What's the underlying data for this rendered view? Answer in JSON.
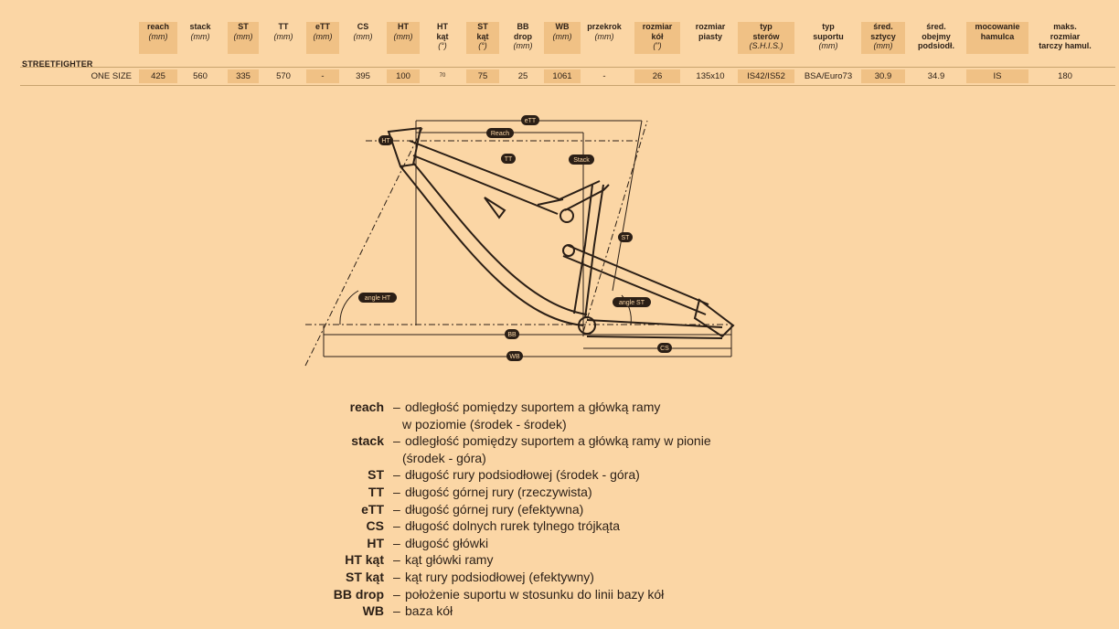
{
  "table": {
    "columns": [
      {
        "name": "reach",
        "unit": "(mm)"
      },
      {
        "name": "stack",
        "unit": "(mm)"
      },
      {
        "name": "ST",
        "unit": "(mm)"
      },
      {
        "name": "TT",
        "unit": "(mm)"
      },
      {
        "name": "eTT",
        "unit": "(mm)"
      },
      {
        "name": "CS",
        "unit": "(mm)"
      },
      {
        "name": "HT",
        "unit": "(mm)"
      },
      {
        "name": "HT\nkąt",
        "unit": "(°)"
      },
      {
        "name": "ST\nkąt",
        "unit": "(°)"
      },
      {
        "name": "BB\ndrop",
        "unit": "(mm)"
      },
      {
        "name": "WB",
        "unit": "(mm)"
      },
      {
        "name": "przekrok",
        "unit": "(mm)"
      },
      {
        "name": "rozmiar\nkół",
        "unit": "(\")"
      },
      {
        "name": "rozmiar\npiasty",
        "unit": ""
      },
      {
        "name": "typ\nsterów",
        "unit": "(S.H.I.S.)"
      },
      {
        "name": "typ\nsuportu",
        "unit": "(mm)"
      },
      {
        "name": "śred.\nsztycy",
        "unit": "(mm)"
      },
      {
        "name": "śred.\nobejmy\npodsiodł.",
        "unit": ""
      },
      {
        "name": "mocowanie\nhamulca",
        "unit": ""
      },
      {
        "name": "maks.\nrozmiar\ntarczy hamul.",
        "unit": ""
      }
    ],
    "model": "STREETFIGHTER",
    "size": "ONE SIZE",
    "values": [
      "425",
      "560",
      "335",
      "570",
      "-",
      "395",
      "100",
      "70",
      "75",
      "25",
      "1061",
      "-",
      "26",
      "135x10",
      "IS42/IS52",
      "BSA/Euro73",
      "30.9",
      "34.9",
      "IS",
      "180"
    ]
  },
  "diagram": {
    "labels": {
      "ett": "eTT",
      "reach": "Reach",
      "tt": "TT",
      "stack": "Stack",
      "ht": "HT",
      "st": "ST",
      "angle_ht": "angle HT",
      "angle_st": "angle ST",
      "bb": "BB",
      "wb": "WB",
      "cs": "CS"
    }
  },
  "legend": [
    {
      "term": "reach",
      "desc": "odległość pomiędzy suportem a główką ramy",
      "desc2": "w poziomie (środek - środek)"
    },
    {
      "term": "stack",
      "desc": "odległość pomiędzy suportem a główką ramy w pionie",
      "desc2": "(środek - góra)"
    },
    {
      "term": "ST",
      "desc": "długość rury podsiodłowej (środek - góra)",
      "desc2": ""
    },
    {
      "term": "TT",
      "desc": "długość górnej rury (rzeczywista)",
      "desc2": ""
    },
    {
      "term": "eTT",
      "desc": "długość górnej rury (efektywna)",
      "desc2": ""
    },
    {
      "term": "CS",
      "desc": "długość dolnych rurek tylnego trójkąta",
      "desc2": ""
    },
    {
      "term": "HT",
      "desc": "długość główki",
      "desc2": ""
    },
    {
      "term": "HT kąt",
      "desc": "kąt główki ramy",
      "desc2": ""
    },
    {
      "term": "ST kąt",
      "desc": "kąt rury podsiodłowej (efektywny)",
      "desc2": ""
    },
    {
      "term": "BB drop",
      "desc": "położenie suportu w stosunku do linii bazy kół",
      "desc2": ""
    },
    {
      "term": "WB",
      "desc": "baza kół",
      "desc2": ""
    }
  ],
  "colors": {
    "background": "#fbd6a5",
    "shade": "#f0c185",
    "ink": "#2b1f16"
  }
}
